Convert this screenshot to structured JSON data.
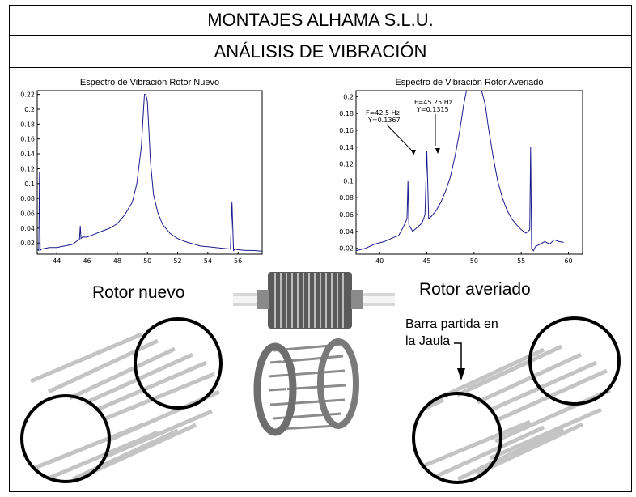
{
  "header": {
    "company": "MONTAJES ALHAMA S.L.U.",
    "subtitle": "ANÁLISIS DE VIBRACIÓN"
  },
  "captions": {
    "new_rotor": "Rotor nuevo",
    "damaged_rotor": "Rotor averiado",
    "broken_bar_line1": "Barra partida en",
    "broken_bar_line2": "la Jaula"
  },
  "colors": {
    "spectrum_line": "#1a1a8c",
    "rotor_bar": "#c4c4c4",
    "rotor_ring": "#000000"
  },
  "chart_data": [
    {
      "type": "line",
      "title": "Espectro de Vibración Rotor Nuevo",
      "x_ticks": [
        "44",
        "46",
        "48",
        "50",
        "52",
        "54",
        "56"
      ],
      "y_ticks": [
        "0.22",
        "0.2",
        "0.18",
        "0.16",
        "0.14",
        "0.12",
        "0.1",
        "0.08",
        "0.06",
        "0.04",
        "0.02"
      ],
      "xlim": [
        42.7,
        57.6
      ],
      "ylim": [
        0.005,
        0.225
      ],
      "grid": false,
      "series": [
        {
          "x": [
            42.7,
            42.8,
            42.85,
            42.9,
            43.0,
            43.5,
            44.0,
            44.5,
            45.0,
            45.5,
            45.55,
            45.6,
            45.7,
            46.0,
            46.5,
            47.0,
            47.5,
            48.0,
            48.5,
            49.0,
            49.3,
            49.6,
            49.8,
            49.9,
            50.0,
            50.1,
            50.2,
            50.4,
            50.7,
            51.0,
            51.5,
            52.0,
            52.5,
            53.0,
            53.5,
            54.0,
            54.5,
            55.0,
            55.5,
            55.6,
            55.7,
            55.8,
            56.0,
            56.5,
            57.0,
            57.6
          ],
          "y": [
            0.012,
            0.01,
            0.115,
            0.01,
            0.012,
            0.014,
            0.014,
            0.016,
            0.018,
            0.025,
            0.043,
            0.026,
            0.028,
            0.028,
            0.032,
            0.036,
            0.04,
            0.046,
            0.058,
            0.075,
            0.1,
            0.15,
            0.22,
            0.22,
            0.21,
            0.17,
            0.13,
            0.085,
            0.06,
            0.045,
            0.033,
            0.026,
            0.022,
            0.019,
            0.016,
            0.015,
            0.014,
            0.013,
            0.012,
            0.075,
            0.01,
            0.012,
            0.011,
            0.01,
            0.01,
            0.009
          ]
        }
      ]
    },
    {
      "type": "line",
      "title": "Espectro de Vibración Rotor Averiado",
      "x_ticks": [
        "40",
        "45",
        "50",
        "55",
        "60"
      ],
      "y_ticks": [
        "0.2",
        "0.18",
        "0.16",
        "0.14",
        "0.12",
        "0.1",
        "0.08",
        "0.06",
        "0.04",
        "0.02"
      ],
      "xlim": [
        37.5,
        61.5
      ],
      "ylim": [
        0.013,
        0.207
      ],
      "grid": false,
      "series": [
        {
          "x": [
            37.5,
            38.5,
            39.5,
            40.5,
            41.5,
            42.0,
            42.5,
            42.9,
            43.0,
            43.1,
            43.5,
            44.0,
            44.5,
            44.8,
            45.0,
            45.2,
            45.5,
            46.0,
            46.5,
            47.0,
            47.5,
            48.0,
            48.5,
            48.9,
            49.2,
            50.8,
            51.2,
            51.5,
            52.0,
            52.5,
            53.0,
            53.5,
            54.0,
            54.5,
            55.0,
            55.5,
            55.9,
            56.0,
            56.1,
            56.3,
            56.5,
            57.0,
            57.5,
            58.0,
            58.5,
            59.0,
            59.5
          ],
          "y": [
            0.017,
            0.02,
            0.025,
            0.028,
            0.033,
            0.035,
            0.045,
            0.055,
            0.1,
            0.048,
            0.04,
            0.045,
            0.05,
            0.06,
            0.135,
            0.055,
            0.058,
            0.065,
            0.075,
            0.088,
            0.105,
            0.13,
            0.16,
            0.19,
            0.207,
            0.207,
            0.19,
            0.165,
            0.13,
            0.1,
            0.08,
            0.065,
            0.055,
            0.048,
            0.042,
            0.038,
            0.042,
            0.14,
            0.02,
            0.017,
            0.022,
            0.025,
            0.028,
            0.025,
            0.03,
            0.028,
            0.027
          ]
        }
      ],
      "annotations": [
        {
          "line1": "F=42.5 Hz",
          "line2": "Y=0.1367"
        },
        {
          "line1": "F=45.25 Hz",
          "line2": "Y=0.1315"
        }
      ]
    }
  ]
}
